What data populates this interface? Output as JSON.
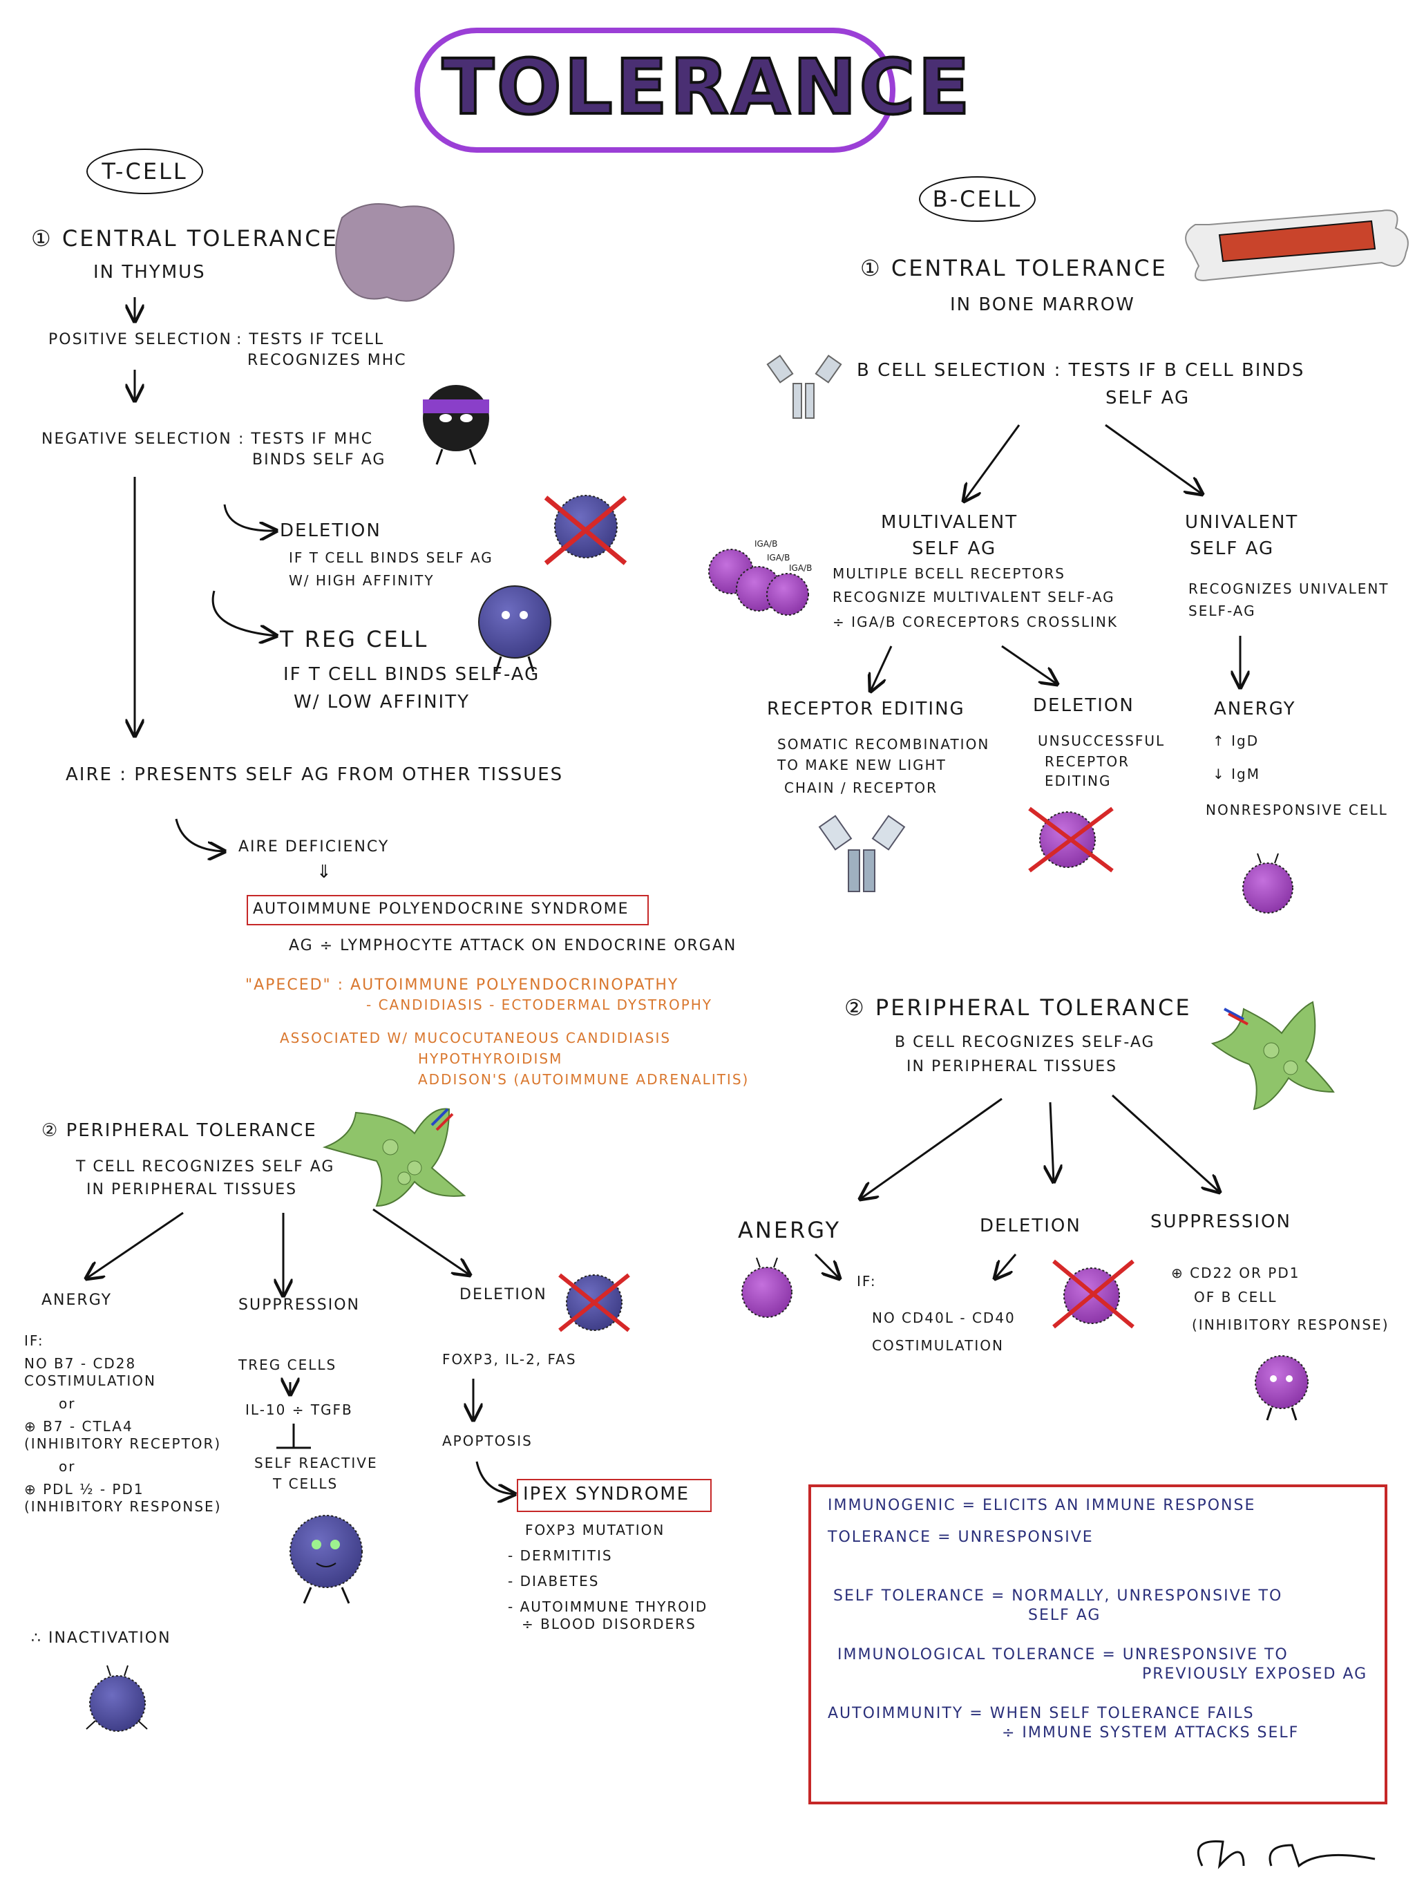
{
  "title": "TOLERANCE",
  "tcell": {
    "header": "T-CELL",
    "central": {
      "heading": "① CENTRAL TOLERANCE",
      "location": "in THYMUS",
      "positive_label": "POSITIVE SELECTION",
      "positive_desc_1": ": TESTS IF TCELL",
      "positive_desc_2": "RECOGNIZES MHC",
      "negative_label": "NEGATIVE SELECTION",
      "negative_desc_1": ": TESTS IF MHC",
      "negative_desc_2": "BINDS SELF Ag",
      "deletion": "DELETION",
      "deletion_desc_1": "IF T CELL BINDS SELF Ag",
      "deletion_desc_2": "w/ HIGH AFFINITY",
      "treg": "T REG CELL",
      "treg_desc_1": "IF T CELL BINDS SELF-Ag",
      "treg_desc_2": "w/ LOW AFFINITY",
      "aire": "AIRE : PRESENTS SELF Ag FROM OTHER TISSUES",
      "aire_def": "AIRE DEFICIENCY",
      "aps": "AUTOIMMUNE POLYENDOCRINE SYNDROME",
      "aps_desc": "Ag ÷ LYMPHOCYTE ATTACK ON ENDOCRINE ORGAN",
      "apeced_1": "\"APECED\" : AUTOIMMUNE POLYENDOCRINOPATHY",
      "apeced_2": "- CANDIDIASIS - ECTODERMAL DYSTROPHY",
      "assoc_1": "ASSOCIATED w/ MUCOCUTANEOUS CANDIDIASIS",
      "assoc_2": "HYPOTHYROIDISM",
      "assoc_3": "ADDISON'S (AUTOIMMUNE ADRENALITIS)"
    },
    "peripheral": {
      "heading": "② PERIPHERAL TOLERANCE",
      "desc_1": "T CELL RECOGNIZES SELF Ag",
      "desc_2": "IN PERIPHERAL TISSUES",
      "anergy": "ANERGY",
      "anergy_lines": [
        "IF:",
        "NO B7 - CD28",
        "COSTIMULATION",
        "or",
        "⊕ B7 - CTLA4",
        "(INHIBITORY RECEPTOR)",
        "or",
        "⊕ PDL ½ - PD1",
        "(INHIBITORY RESPONSE)"
      ],
      "inactivation": "∴ INACTIVATION",
      "suppression": "SUPPRESSION",
      "supp_1": "TREG CELLS",
      "supp_2": "IL-10 ÷ TGFβ",
      "supp_3": "SELF REACTIVE",
      "supp_4": "T CELLS",
      "deletion": "DELETION",
      "del_1": "FOXP3, IL-2, FAS",
      "del_2": "APOPTOSIS",
      "ipex": "IPEX SYNDROME",
      "ipex_lines": [
        "FOXP3 MUTATION",
        "- DERMITITIS",
        "- DIABETES",
        "- AUTOIMMUNE THYROID",
        "÷ BLOOD DISORDERS"
      ]
    }
  },
  "bcell": {
    "header": "B-CELL",
    "central": {
      "heading": "① CENTRAL TOLERANCE",
      "location": "in BONE MARROW",
      "selection_1": "B CELL SELECTION : TESTS IF B CELL BINDS",
      "selection_2": "SELF Ag",
      "multi_1": "MULTIVALENT",
      "multi_2": "SELF Ag",
      "multi_desc_1": "MULTIPLE BCELL RECEPTORS",
      "multi_desc_2": "RECOGNIZE MULTIVALENT SELF-Ag",
      "multi_desc_3": "÷ Igα/β CORECEPTORS CROSSLINK",
      "uni_1": "UNIVALENT",
      "uni_2": "SELF Ag",
      "uni_desc_1": "RECOGNIZES UNIVALENT",
      "uni_desc_2": "SELF-Ag",
      "receptor_editing": "RECEPTOR EDITING",
      "re_1": "SOMATIC RECOMBINATION",
      "re_2": "TO MAKE NEW LIGHT",
      "re_3": "CHAIN / RECEPTOR",
      "deletion": "DELETION",
      "del_1": "UNSUCCESSFUL",
      "del_2": "RECEPTOR",
      "del_3": "EDITING",
      "anergy": "ANERGY",
      "an_1": "↑ IgD",
      "an_2": "↓ IgM",
      "an_3": "NONRESPONSIVE CELL",
      "ig_labels": [
        "Igα/β",
        "Igα/β",
        "Igα/β"
      ]
    },
    "peripheral": {
      "heading": "② PERIPHERAL TOLERANCE",
      "desc_1": "B CELL RECOGNIZES SELF-Ag",
      "desc_2": "IN PERIPHERAL TISSUES",
      "anergy": "ANERGY",
      "anergy_if": "IF:",
      "anergy_1": "NO CD40L - CD40",
      "anergy_2": "COSTIMULATION",
      "deletion": "DELETION",
      "suppression": "SUPPRESSION",
      "supp_1": "⊕ CD22 or PD1",
      "supp_2": "OF B CELL",
      "supp_3": "(INHIBITORY RESPONSE)"
    }
  },
  "definitions": [
    {
      "line1": "IMMUNOGENIC = ELICITS AN IMMUNE RESPONSE",
      "line2": ""
    },
    {
      "line1": "TOLERANCE = UNRESPONSIVE",
      "line2": ""
    },
    {
      "line1": "SELF TOLERANCE = NORMALLY, UNRESPONSIVE TO",
      "line2": "SELF Ag"
    },
    {
      "line1": "IMMUNOLOGICAL TOLERANCE = UNRESPONSIVE TO",
      "line2": "PREVIOUSLY EXPOSED Ag"
    },
    {
      "line1": "AUTOIMMUNITY = WHEN SELF TOLERANCE FAILS",
      "line2": "÷ IMMUNE SYSTEM ATTACKS SELF"
    }
  ],
  "colors": {
    "title_border": "#9b3fd6",
    "title_fill": "#4a2f73",
    "orange": "#d9772e",
    "red": "#c62828",
    "navy": "#2a2f7a",
    "tcell": "#5b5aa8",
    "bcell": "#a94fc4",
    "dendritic": "#8fc46a"
  }
}
